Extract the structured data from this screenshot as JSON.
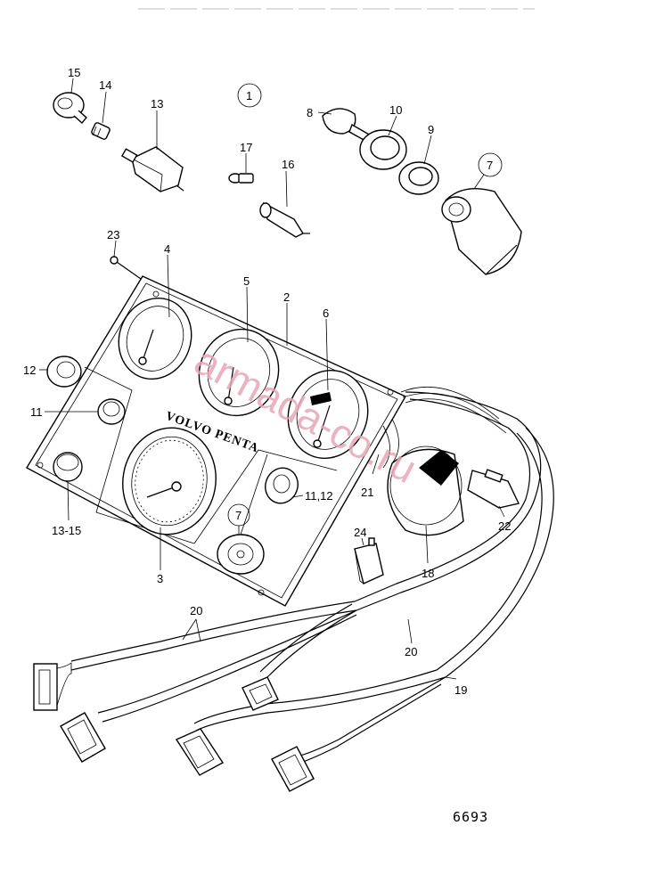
{
  "figure_number": "6693",
  "brand_text": "VOLVO PENTA",
  "watermark": "armada-co.ru",
  "callouts": {
    "c1": "1",
    "c2": "2",
    "c3": "3",
    "c4": "4",
    "c5": "5",
    "c6": "6",
    "c7a": "7",
    "c7b": "7",
    "c8": "8",
    "c9": "9",
    "c10": "10",
    "c11": "11",
    "c11_12": "11,12",
    "c12": "12",
    "c13": "13",
    "c13_15": "13-15",
    "c14": "14",
    "c15": "15",
    "c16": "16",
    "c17": "17",
    "c18": "18",
    "c19": "19",
    "c20a": "20",
    "c20b": "20",
    "c21": "21",
    "c22": "22",
    "c23": "23",
    "c24": "24"
  }
}
